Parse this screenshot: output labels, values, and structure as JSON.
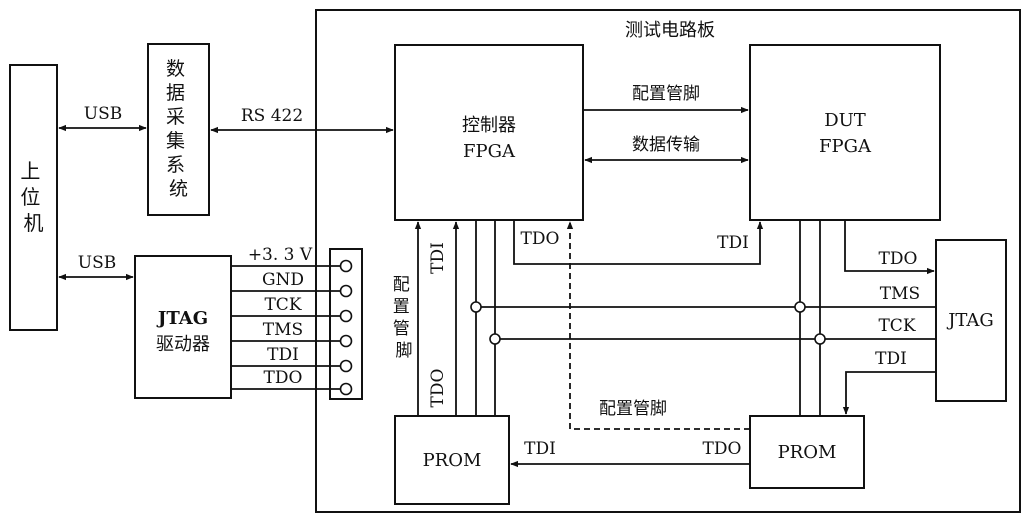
{
  "board": {
    "title": "测试电路板"
  },
  "host": {
    "label": [
      "上",
      "位",
      "机"
    ]
  },
  "daq": {
    "label": [
      "数",
      "据",
      "采",
      "集",
      "系",
      "统"
    ]
  },
  "jtag_driver": {
    "line1": "JTAG",
    "line2": "驱动器"
  },
  "controller_fpga": {
    "line1": "控制器",
    "line2": "FPGA"
  },
  "dut_fpga": {
    "line1": "DUT",
    "line2": "FPGA"
  },
  "prom_left": {
    "label": "PROM"
  },
  "prom_right": {
    "label": "PROM"
  },
  "jtag_connector": {
    "label": "JTAG"
  },
  "links": {
    "usb_daq": "USB",
    "usb_jtag": "USB",
    "rs422": "RS 422",
    "config_pins": "配置管脚",
    "data_transfer": "数据传输",
    "config_pins_dashed": "配置管脚"
  },
  "header_pins": [
    "+3. 3 V",
    "GND",
    "TCK",
    "TMS",
    "TDI",
    "TDO"
  ],
  "signals": {
    "ctrl_tdo": "TDO",
    "dut_tdi": "TDI",
    "dut_tdo": "TDO",
    "tms": "TMS",
    "tck": "TCK",
    "jtag_tdi": "TDI",
    "prom_tdi": "TDI",
    "prom_tdo": "TDO",
    "ctrl_tdi_vertical": "TDI",
    "prom_tdo_vertical": "TDO",
    "config_pins_vertical": [
      "配",
      "置",
      "管",
      "脚"
    ]
  }
}
